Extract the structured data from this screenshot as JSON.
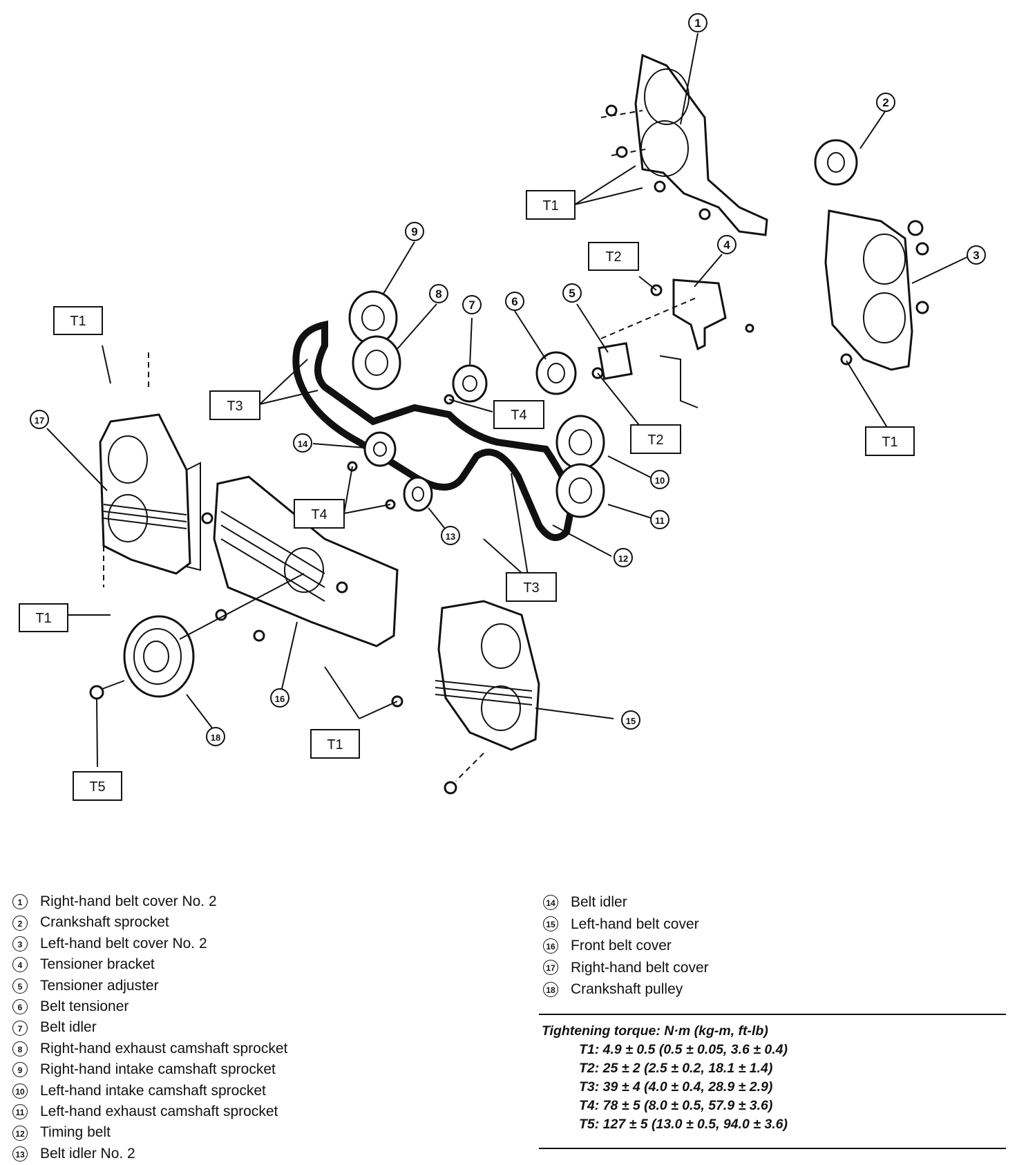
{
  "diagram": {
    "callouts": [
      "1",
      "2",
      "3",
      "4",
      "5",
      "6",
      "7",
      "8",
      "9",
      "10",
      "11",
      "12",
      "13",
      "14",
      "15",
      "16",
      "17",
      "18"
    ],
    "torque_tags": {
      "t1": "T1",
      "t2": "T2",
      "t3": "T3",
      "t4": "T4",
      "t5": "T5"
    }
  },
  "legend": {
    "left": [
      {
        "num": "1",
        "label": "Right-hand belt cover No. 2"
      },
      {
        "num": "2",
        "label": "Crankshaft sprocket"
      },
      {
        "num": "3",
        "label": "Left-hand belt cover No. 2"
      },
      {
        "num": "4",
        "label": "Tensioner bracket"
      },
      {
        "num": "5",
        "label": "Tensioner adjuster"
      },
      {
        "num": "6",
        "label": "Belt tensioner"
      },
      {
        "num": "7",
        "label": "Belt idler"
      },
      {
        "num": "8",
        "label": "Right-hand exhaust camshaft sprocket"
      },
      {
        "num": "9",
        "label": "Right-hand intake camshaft sprocket"
      },
      {
        "num": "10",
        "label": "Left-hand intake camshaft sprocket"
      },
      {
        "num": "11",
        "label": "Left-hand exhaust camshaft sprocket"
      },
      {
        "num": "12",
        "label": "Timing belt"
      },
      {
        "num": "13",
        "label": "Belt idler No. 2"
      }
    ],
    "right": [
      {
        "num": "14",
        "label": "Belt idler"
      },
      {
        "num": "15",
        "label": "Left-hand belt cover"
      },
      {
        "num": "16",
        "label": "Front belt cover"
      },
      {
        "num": "17",
        "label": "Right-hand belt cover"
      },
      {
        "num": "18",
        "label": "Crankshaft pulley"
      }
    ]
  },
  "torque": {
    "title": "Tightening torque: N·m (kg-m, ft-lb)",
    "rows": [
      "T1: 4.9 ± 0.5 (0.5 ± 0.05, 3.6 ± 0.4)",
      "T2: 25 ± 2 (2.5 ± 0.2, 18.1 ± 1.4)",
      "T3: 39 ± 4 (4.0 ± 0.4, 28.9 ± 2.9)",
      "T4: 78 ± 5 (8.0 ± 0.5, 57.9 ± 3.6)",
      "T5: 127 ± 5 (13.0 ± 0.5, 94.0 ± 3.6)"
    ]
  }
}
